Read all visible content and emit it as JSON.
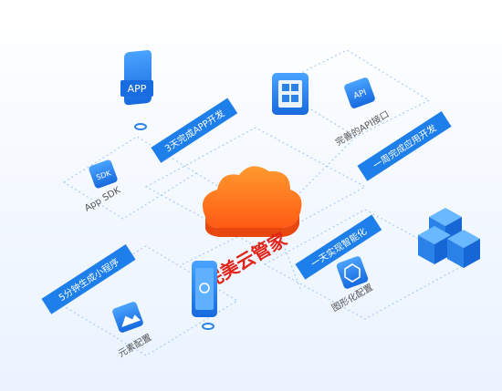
{
  "center": {
    "title": "完美云管家"
  },
  "banners": {
    "top_left": "3天完成APP开发",
    "top_right": "一周完成应用开发",
    "left": "5分钟生成小程序",
    "right": "一天实现智能化"
  },
  "cards": {
    "app_icon_text": "APP",
    "sdk_icon_text": "SDK",
    "api_icon_text": "API",
    "sdk_label": "App SDK",
    "api_label": "完善的API接口",
    "element_label": "元素配置",
    "graphic_label": "图形化配置"
  },
  "colors": {
    "banner_blue": "#1f7fea",
    "icon_blue": "#3a8cf2",
    "cloud_orange": "#ff6a1a",
    "title_red": "#e0241a",
    "dotted": "#9fc6ef"
  },
  "icons": [
    "app-icon",
    "sdk-icon",
    "api-icon",
    "puzzle-icon",
    "image-icon",
    "phone-icon",
    "graphic-icon",
    "cubes-icon",
    "cloud-icon"
  ]
}
